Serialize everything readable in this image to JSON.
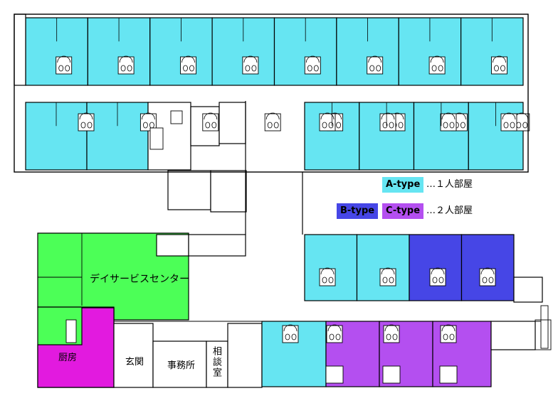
{
  "colors": {
    "a_type": "#66e5f2",
    "b_type": "#4646e6",
    "c_type": "#b44ff0",
    "day_service": "#4cff57",
    "kitchen": "#e21adf",
    "wall": "#000000",
    "corridor": "#ffffff"
  },
  "rooms": {
    "day_service": "デイサービスセンター",
    "kitchen": "厨房",
    "entrance": "玄関",
    "office": "事務所",
    "consult": "相談室"
  },
  "legend": {
    "a_type": "A-type",
    "b_type": "B-type",
    "c_type": "C-type",
    "single_room": "…１人部屋",
    "double_room": "…２人部屋"
  }
}
